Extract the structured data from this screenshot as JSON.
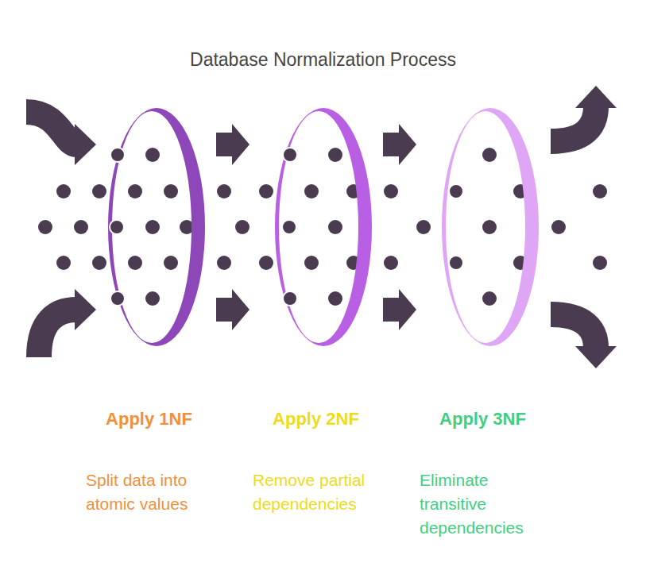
{
  "diagram": {
    "title": "Database Normalization Process",
    "nodes": [
      {
        "text": [
          "Apply 1NF",
          "Split data into atomic values"
        ]
      },
      {
        "text": [
          "Apply 2NF",
          "Remove partial dependencies"
        ]
      },
      {
        "text": [
          "Apply 3NF",
          "Eliminate transitive dependencies"
        ]
      }
    ],
    "edges": [
      {
        "from": 0,
        "to": 1,
        "arrow": "to"
      },
      {
        "from": 0,
        "to": 1,
        "arrow": "to"
      },
      {
        "from": 1,
        "to": 2,
        "arrow": "to"
      },
      {
        "from": 1,
        "to": 2,
        "arrow": "to"
      }
    ]
  }
}
